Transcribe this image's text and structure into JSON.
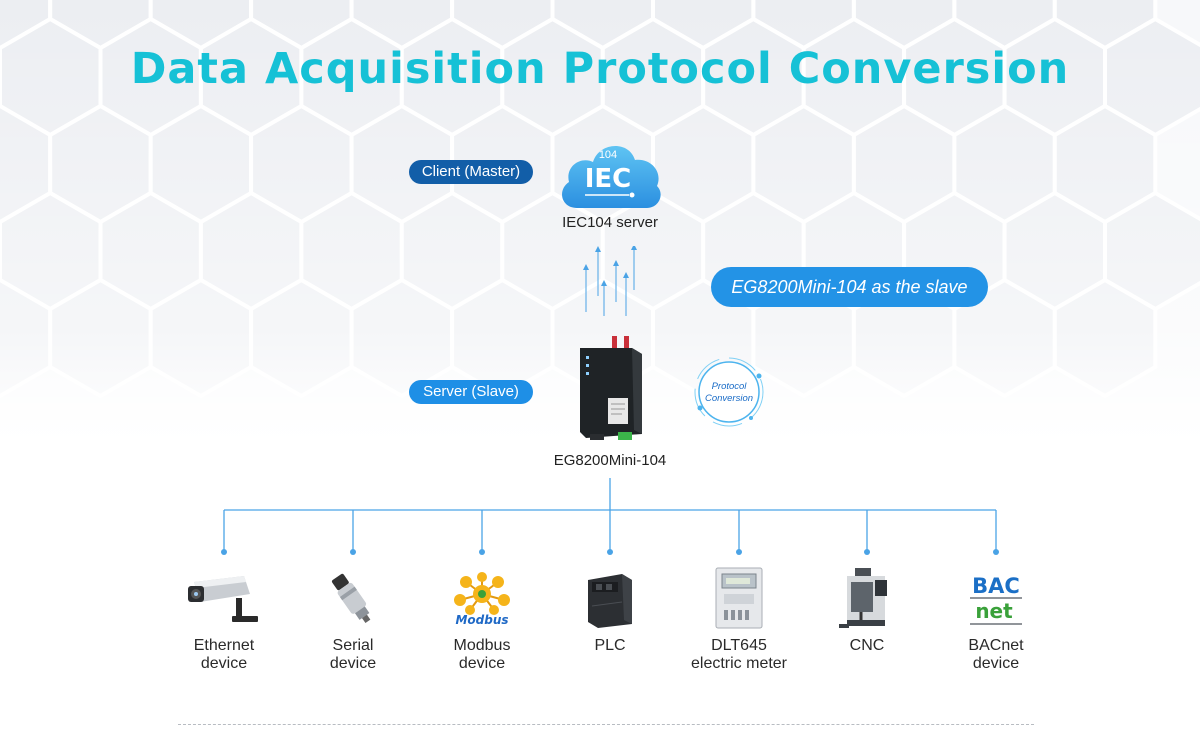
{
  "title": "Data Acquisition Protocol Conversion",
  "client_pill": "Client (Master)",
  "server_pill": "Server (Slave)",
  "slave_pill": "EG8200Mini-104 as the slave",
  "cloud": {
    "badge": "104",
    "text": "IEC",
    "label": "IEC104 server"
  },
  "gateway_label": "EG8200Mini-104",
  "protocol_badge": {
    "line1": "Protocol",
    "line2": "Conversion"
  },
  "devices": [
    {
      "line1": "Ethernet",
      "line2": "device",
      "icon": "camera-icon"
    },
    {
      "line1": "Serial",
      "line2": "device",
      "icon": "sensor-icon"
    },
    {
      "line1": "Modbus",
      "line2": "device",
      "icon": "modbus-icon",
      "logo_text": "Modbus"
    },
    {
      "line1": "PLC",
      "line2": "",
      "icon": "plc-icon"
    },
    {
      "line1": "DLT645",
      "line2": "electric meter",
      "icon": "meter-icon"
    },
    {
      "line1": "CNC",
      "line2": "",
      "icon": "cnc-icon"
    },
    {
      "line1": "BACnet",
      "line2": "device",
      "icon": "bacnet-icon",
      "logo_text": [
        "BAC",
        "net"
      ]
    }
  ],
  "colors": {
    "title": "#16c1d6",
    "pill_dark": "#125ea8",
    "pill_light": "#1e8fe6",
    "line": "#4aa3e6"
  }
}
